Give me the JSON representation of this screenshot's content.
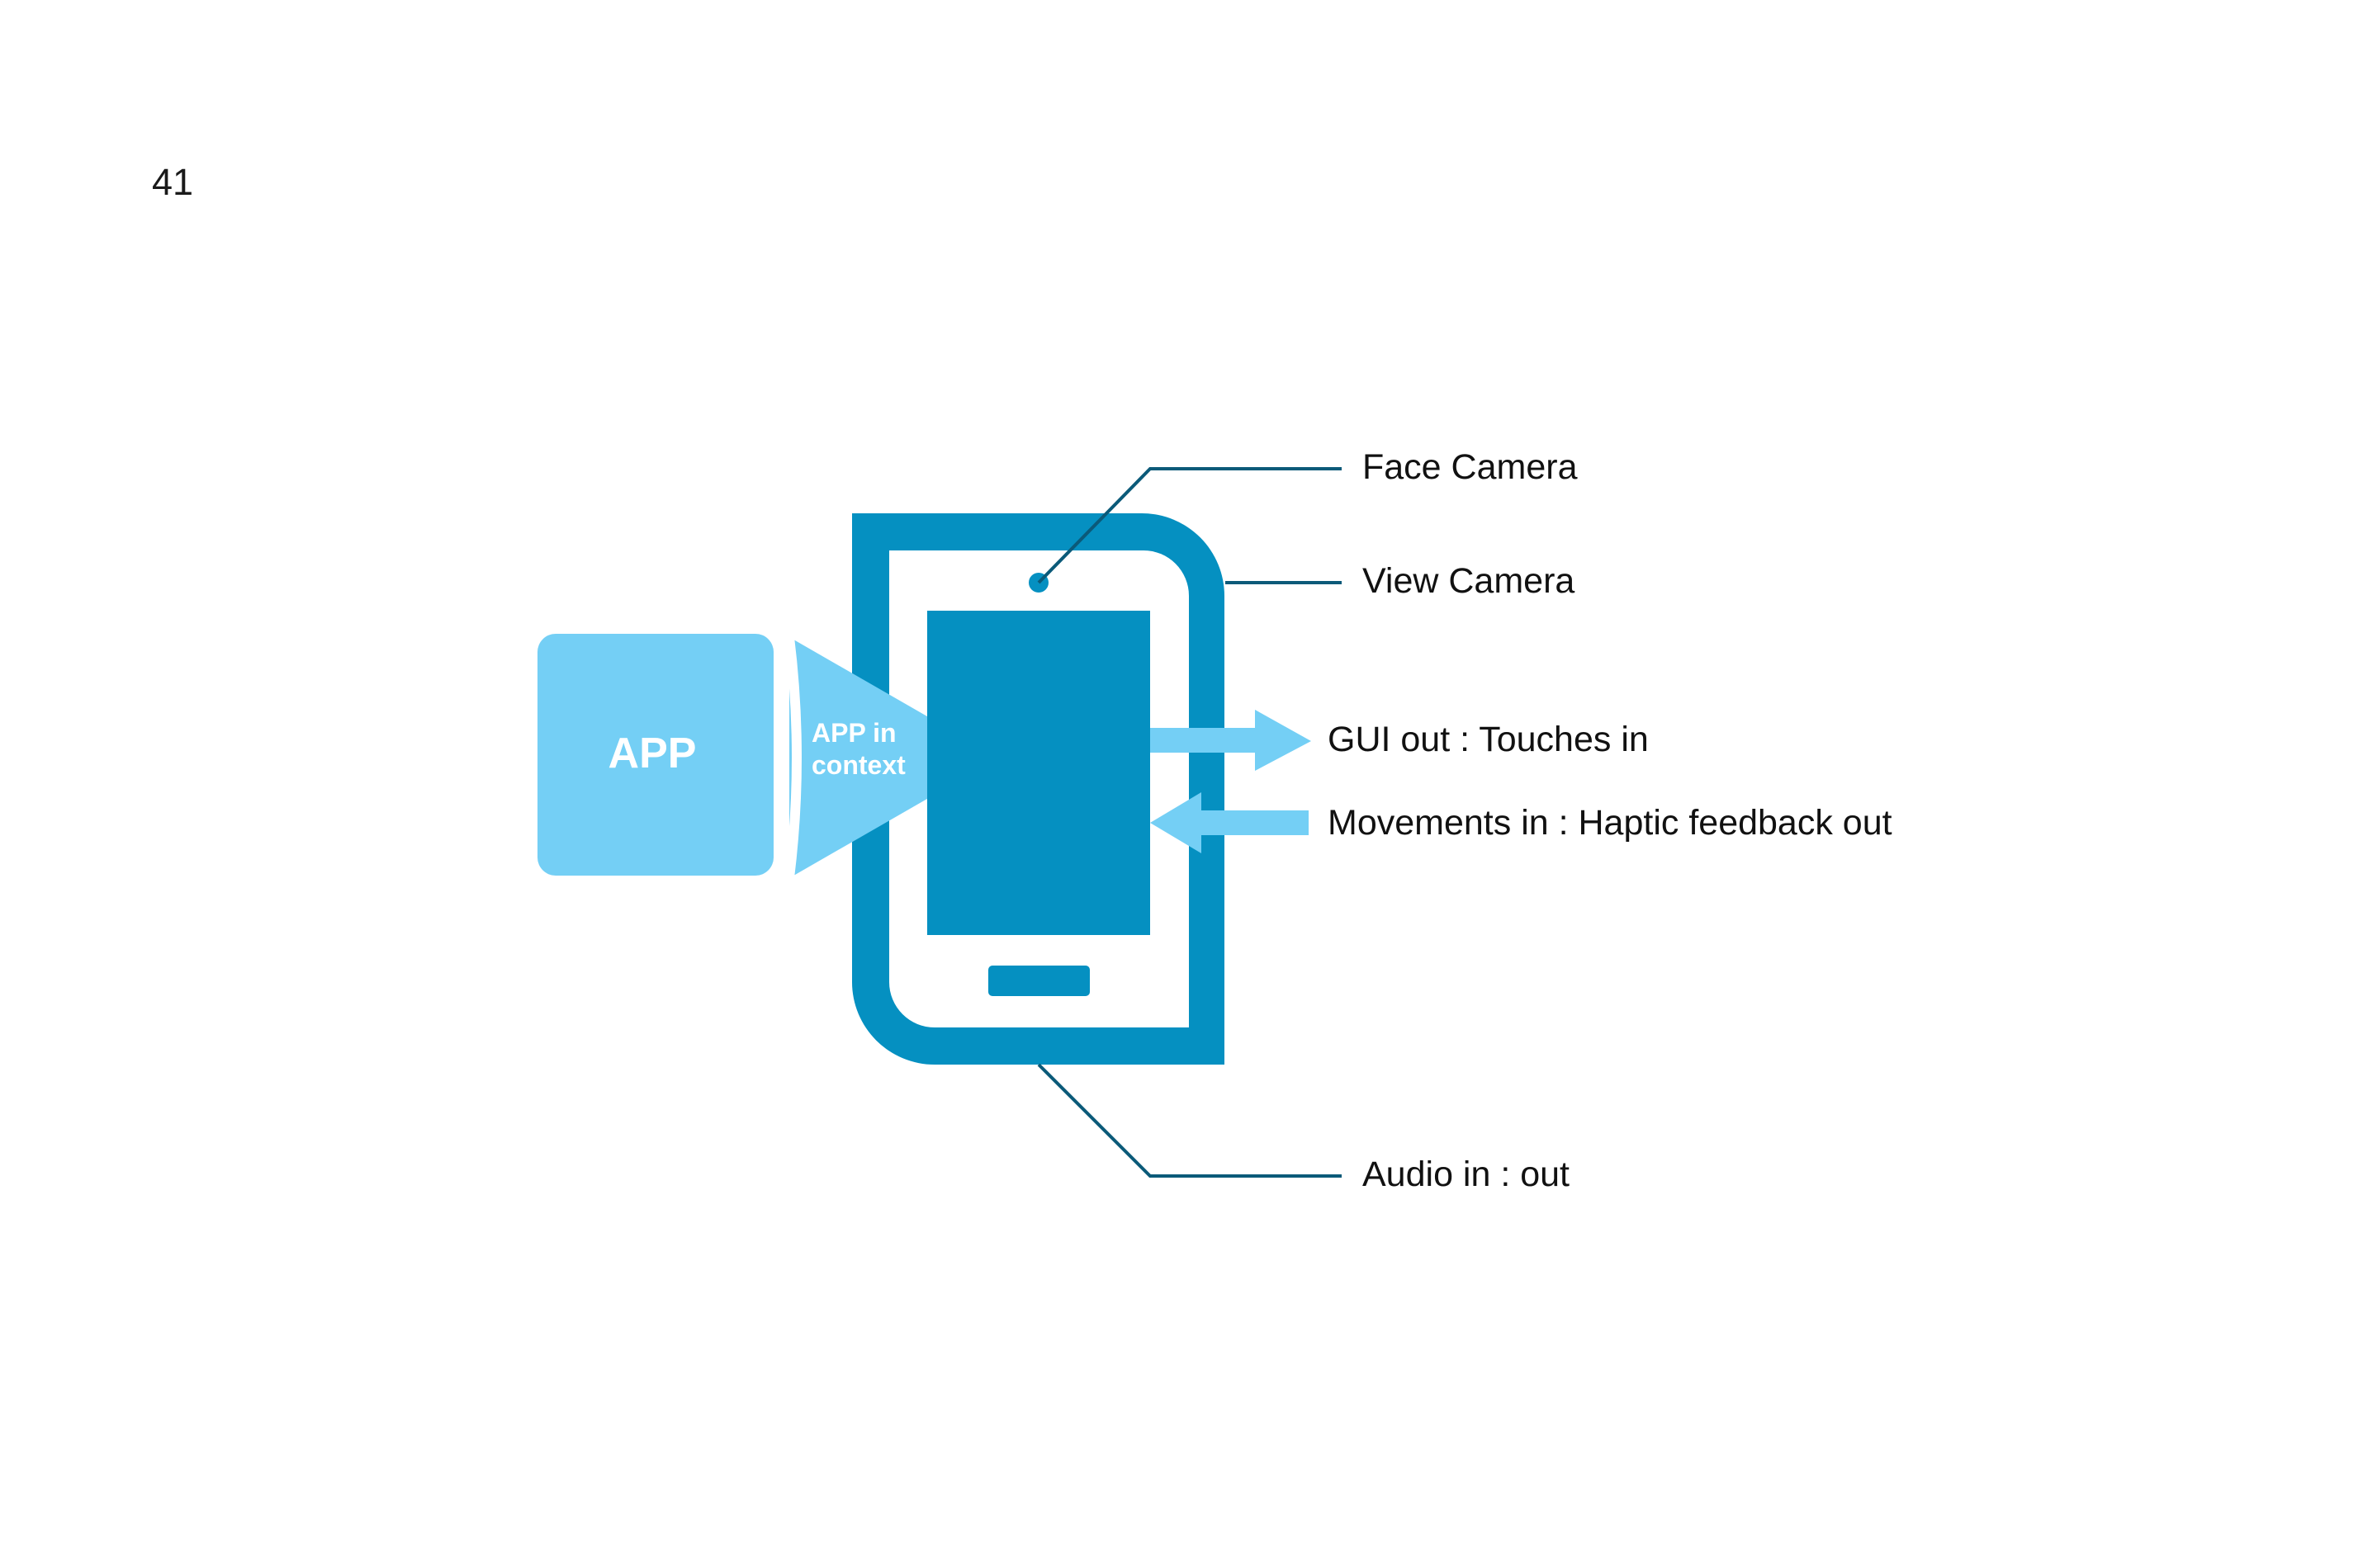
{
  "page_number": "41",
  "app_box": {
    "label": "APP"
  },
  "context_arrow": {
    "line1": "APP in",
    "line2": "context"
  },
  "callouts": {
    "face_camera": "Face Camera",
    "view_camera": "View Camera",
    "gui": "GUI out : Touches in",
    "movements": "Movements in : Haptic feedback out",
    "audio": "Audio in : out"
  },
  "colors": {
    "phone": "#0590c1",
    "light_blue": "#74cff5",
    "leader_line": "#0b5a79",
    "text": "#111111"
  }
}
